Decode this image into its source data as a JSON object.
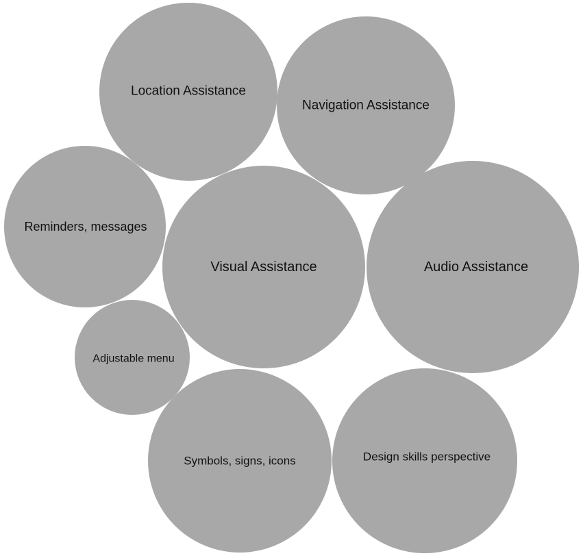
{
  "diagram": {
    "circle_color": "#a8a8a8",
    "text_color": "#111111",
    "bubbles": [
      {
        "label": "Location Assistance"
      },
      {
        "label": "Navigation Assistance"
      },
      {
        "label": "Reminders, messages"
      },
      {
        "label": "Visual Assistance"
      },
      {
        "label": "Audio Assistance"
      },
      {
        "label": "Adjustable menu"
      },
      {
        "label": "Symbols, signs, icons"
      },
      {
        "label": "Design skills perspective"
      }
    ]
  }
}
